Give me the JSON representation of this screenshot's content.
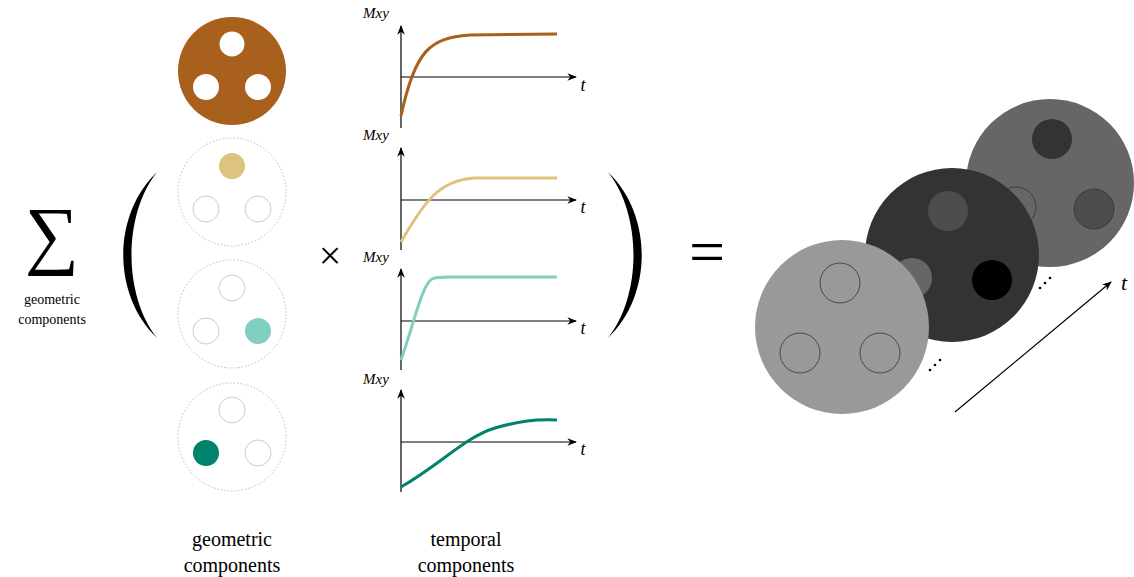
{
  "diagram": {
    "labels": [
      "∑",
      "geometric components",
      "Mxy",
      "t",
      "Mxy",
      "t",
      "Mxy",
      "t",
      "Mxy",
      "t",
      "×",
      "=",
      "t",
      "geometric components",
      "temporal components"
    ]
  }
}
